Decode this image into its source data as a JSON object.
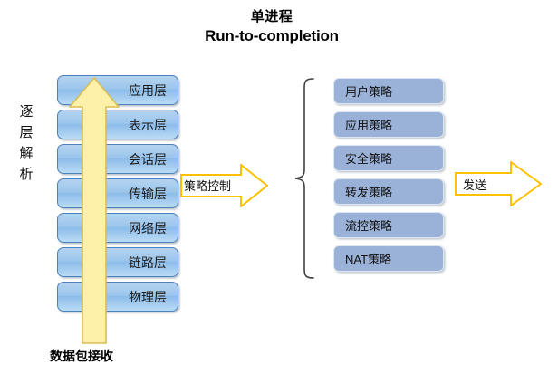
{
  "diagram": {
    "title_cn": "单进程",
    "title_en": "Run-to-completion",
    "background_color": "#ffffff"
  },
  "layer_stack": {
    "box_fill": "#9cc6ec",
    "box_border": "#4f81bd",
    "layers": [
      {
        "label": "应用层"
      },
      {
        "label": "表示层"
      },
      {
        "label": "会话层"
      },
      {
        "label": "传输层"
      },
      {
        "label": "网络层"
      },
      {
        "label": "链路层"
      },
      {
        "label": "物理层"
      }
    ]
  },
  "up_arrow": {
    "color": "#ffeb9c",
    "border": "#d6b94a",
    "text_chars": [
      "逐",
      "层",
      "解",
      "析"
    ],
    "text_full": "逐层解析",
    "direction": "up"
  },
  "bottom_caption": {
    "label": "数据包接收"
  },
  "mid_arrow": {
    "label": "策略控制",
    "fill": "#ffffff",
    "border": "#ffc000",
    "direction": "right"
  },
  "brace": {
    "shape": "left-curly-brace",
    "color": "#404040"
  },
  "policy_panel": {
    "box_fill": "#9bb2d8",
    "box_border": "#dce6f2",
    "items": [
      {
        "label": "用户策略"
      },
      {
        "label": "应用策略"
      },
      {
        "label": "安全策略"
      },
      {
        "label": "转发策略"
      },
      {
        "label": "流控策略"
      },
      {
        "label": "NAT策略"
      }
    ]
  },
  "send_arrow": {
    "label": "发送",
    "fill": "#ffffff",
    "border": "#ffc000",
    "direction": "right"
  }
}
